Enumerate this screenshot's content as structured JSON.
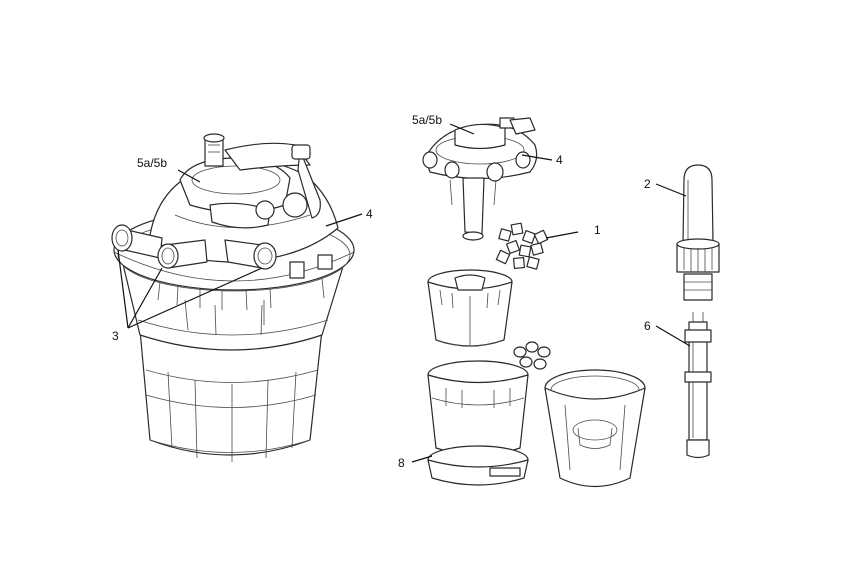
{
  "callouts": {
    "left_5a5b": "5a/5b",
    "left_4": "4",
    "left_3": "3",
    "mid_5a5b": "5a/5b",
    "mid_4": "4",
    "mid_1": "1",
    "mid_8": "8",
    "right_2": "2",
    "right_6": "6"
  }
}
